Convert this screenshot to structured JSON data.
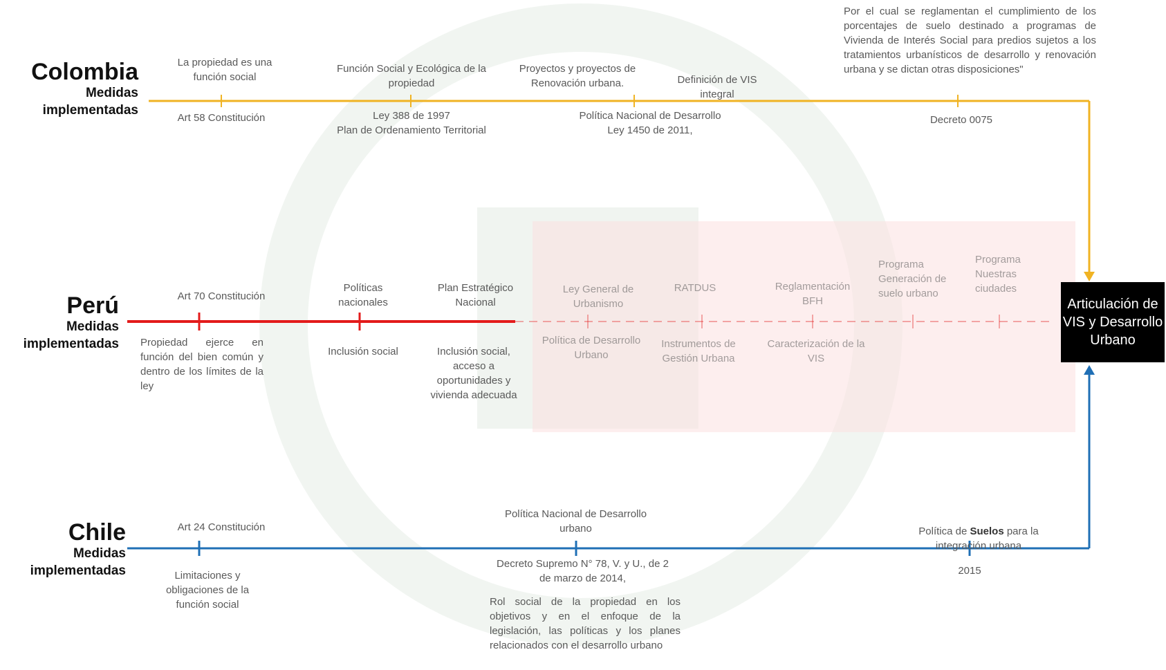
{
  "colors": {
    "colombia": "#F0B323",
    "peru": "#E31B1B",
    "chile": "#1F6FB5",
    "result_bg": "#000000"
  },
  "countries": {
    "colombia": {
      "name": "Colombia",
      "subtitle": "Medidas implementadas"
    },
    "peru": {
      "name": "Perú",
      "subtitle": "Medidas implementadas"
    },
    "chile": {
      "name": "Chile",
      "subtitle": "Medidas implementadas"
    }
  },
  "colombia_items": [
    {
      "top": "La propiedad es una función social",
      "bottom": "Art 58 Constitución"
    },
    {
      "top": "Función Social y Ecológica de la propiedad",
      "bottom": "Ley 388 de 1997\nPlan de Ordenamiento Territorial"
    },
    {
      "top": "Proyectos y proyectos de Renovación urbana.",
      "bottom": "Política Nacional de Desarrollo\nLey 1450 de 2011,"
    },
    {
      "top": "Definición de VIS integral",
      "bottom": ""
    },
    {
      "top": "Por el cual se reglamentan el cumplimiento de los porcentajes de suelo destinado a programas de Vivienda de Interés Social para predios sujetos a los tratamientos urbanísticos de desarrollo y renovación urbana y se dictan otras disposiciones\"",
      "bottom": "Decreto 0075"
    }
  ],
  "peru_items": [
    {
      "top": "Art 70 Constitución",
      "bottom": "Propiedad ejerce en función del bien común y dentro de los límites de la ley"
    },
    {
      "top": "Políticas nacionales",
      "bottom": "Inclusión social"
    },
    {
      "top": "Plan Estratégico Nacional",
      "bottom": "Inclusión social, acceso a oportunidades y vivienda adecuada"
    },
    {
      "top": "Ley General de Urbanismo",
      "bottom": "Política de Desarrollo Urbano"
    },
    {
      "top": "RATDUS",
      "bottom": "Instrumentos de Gestión Urbana"
    },
    {
      "top": "Reglamentación BFH",
      "bottom": "Caracterización de la VIS"
    },
    {
      "top": "Programa Generación de suelo urbano",
      "bottom": ""
    },
    {
      "top": "Programa Nuestras ciudades",
      "bottom": ""
    }
  ],
  "chile_items": [
    {
      "top": "Art 24 Constitución",
      "bottom": "Limitaciones y obligaciones de la función social"
    },
    {
      "top": "Política Nacional de Desarrollo urbano",
      "bottom": "Decreto Supremo N° 78, V. y U., de 2 de marzo de 2014,",
      "extra": "Rol social de la propiedad en los objetivos y en el enfoque de la legislación, las políticas y los planes relacionados con el desarrollo urbano"
    },
    {
      "top_pre": "Política de ",
      "top_bold": "Suelos",
      "top_post": " para la integración urbana",
      "bottom": "2015"
    }
  ],
  "result": {
    "label": "Articulación de VIS y Desarrollo Urbano"
  }
}
